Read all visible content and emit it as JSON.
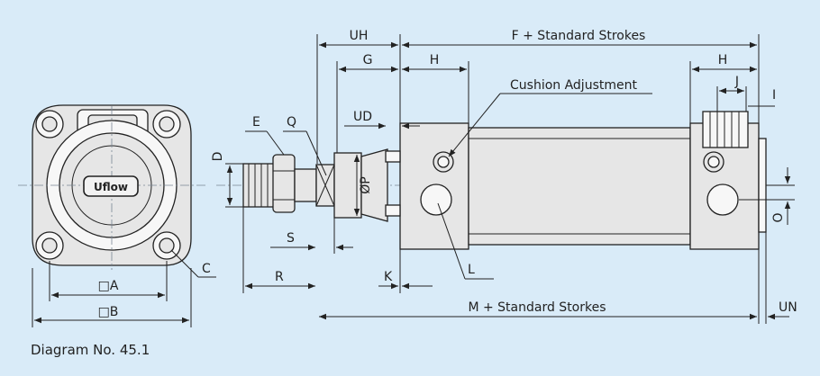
{
  "caption": "Diagram No. 45.1",
  "brand_logo": "Uflow",
  "labels": {
    "square_a": "□A",
    "square_b": "□B",
    "c": "C",
    "d": "D",
    "e": "E",
    "q": "Q",
    "s": "S",
    "r": "R",
    "uh": "UH",
    "g": "G",
    "h_front": "H",
    "ud": "UD",
    "phi_p": "ØP",
    "k": "K",
    "l": "L",
    "f_standard": "F + Standard Strokes",
    "cushion": "Cushion Adjustment",
    "h_rear": "H",
    "j": "J",
    "i": "I",
    "o": "O",
    "m_standard": "M + Standard Storkes",
    "un": "UN"
  },
  "colors": {
    "background": "#d9ebf8",
    "body_fill": "#e6e6e6",
    "outline": "#222222"
  }
}
